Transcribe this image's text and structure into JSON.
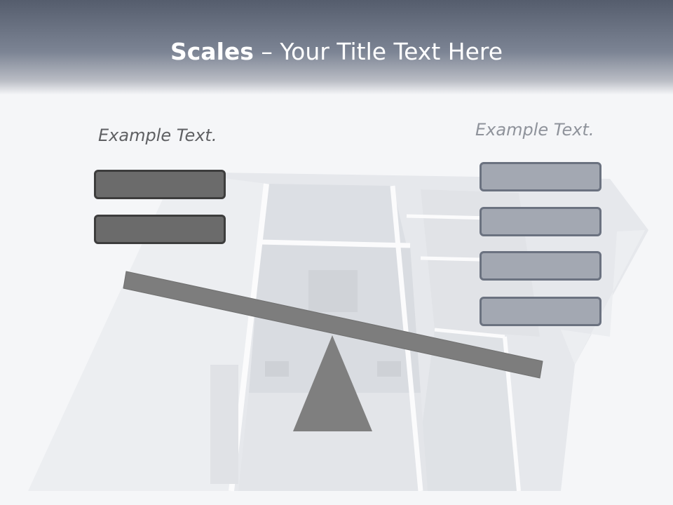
{
  "title": {
    "bold": "Scales",
    "rest": " – Your Title Text Here"
  },
  "left": {
    "label": "Example Text.",
    "boxes": 2
  },
  "right": {
    "label": "Example Text.",
    "boxes": 4
  },
  "colors": {
    "header_dark": "#555d6d",
    "beam": "#7d7d7d",
    "fulcrum": "#7f7f7f",
    "left_box_fill": "#6b6b6b",
    "right_box_fill": "#a3a8b2"
  }
}
